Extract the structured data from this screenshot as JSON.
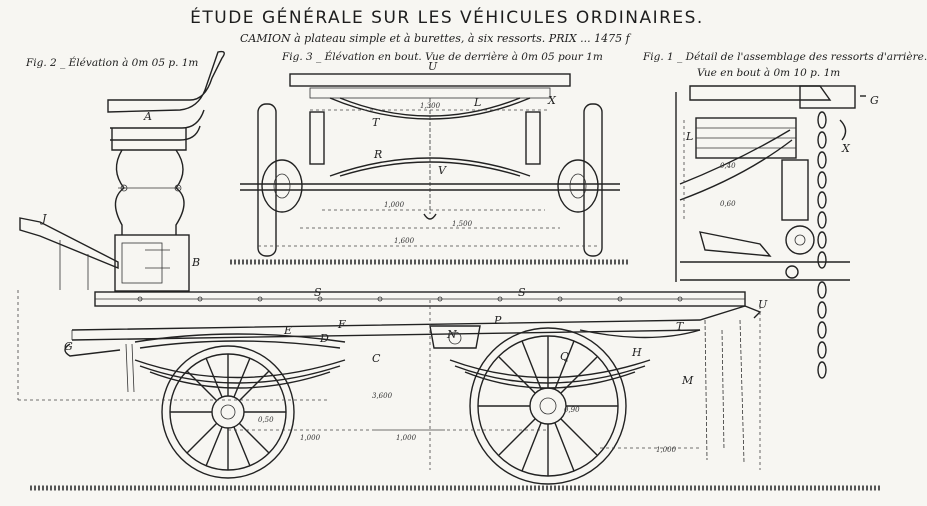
{
  "title": "ÉTUDE GÉNÉRALE SUR LES VÉHICULES ORDINAIRES.",
  "subtitle": "CAMION à plateau simple et à burettes, à six ressorts.  PRIX ... 1475 f",
  "fig2_caption": "Fig. 2 _ Élévation à 0m 05 p. 1m",
  "fig3_caption": "Fig. 3 _ Élévation en bout. Vue de derrière à 0m 05 pour 1m",
  "fig1_caption_line1": "Fig. 1 _ Détail de l'assemblage des ressorts d'arrière.",
  "fig1_caption_line2": "Vue en bout à 0m 10 p. 1m",
  "labels": {
    "A": "A",
    "B": "B",
    "C": "C",
    "D": "D",
    "E": "E",
    "F": "F",
    "G": "G",
    "H": "H",
    "J": "J",
    "L": "L",
    "M": "M",
    "N": "N",
    "P": "P",
    "Q": "Q",
    "R": "R",
    "S": "S",
    "T": "T",
    "U": "U",
    "V": "V",
    "X": "X"
  },
  "dimensions": {
    "d1": "1,300",
    "d2": "1,000",
    "d3": "1,500",
    "d4": "1,600",
    "d5": "3,600",
    "d6": "1,000",
    "d7": "0,50",
    "d8": "0,90",
    "d9": "1,000",
    "d10": "0,60",
    "d11": "0,40",
    "d12": "1,000"
  },
  "colors": {
    "paper": "#f7f6f2",
    "ink": "#1d1d1d"
  }
}
